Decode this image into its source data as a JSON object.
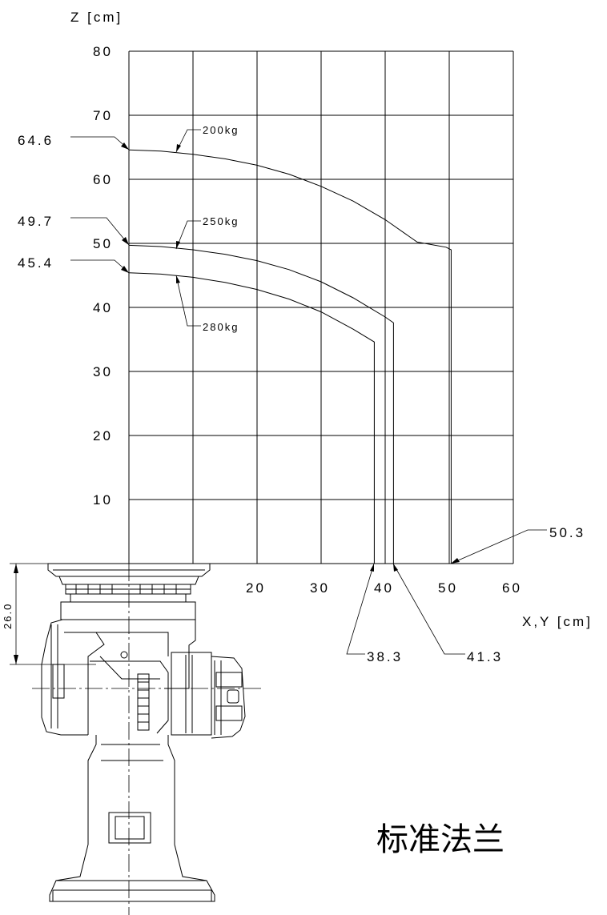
{
  "chart_data": {
    "type": "line",
    "ylabel": "Z [cm]",
    "xlabel": "X,Y [cm]",
    "xlim": [
      0,
      60
    ],
    "ylim": [
      0,
      80
    ],
    "x_ticks": [
      20,
      30,
      40,
      50,
      60
    ],
    "y_ticks": [
      80,
      70,
      60,
      50,
      40,
      30,
      20,
      10
    ],
    "grid": true,
    "series": [
      {
        "name": "200kg",
        "x": [
          0,
          5,
          10,
          15,
          20,
          25,
          30,
          35,
          40,
          45,
          49.5,
          50.3,
          50.3
        ],
        "y": [
          64.6,
          64.4,
          63.9,
          63.2,
          62.2,
          60.8,
          58.9,
          56.6,
          53.7,
          50.2,
          49.4,
          49.0,
          0
        ]
      },
      {
        "name": "250kg",
        "x": [
          0,
          5,
          10,
          15,
          20,
          25,
          30,
          35,
          40,
          41.3,
          41.3
        ],
        "y": [
          49.7,
          49.5,
          49.0,
          48.3,
          47.3,
          45.9,
          44.0,
          41.5,
          38.5,
          37.6,
          0
        ]
      },
      {
        "name": "280kg",
        "x": [
          0,
          5,
          10,
          15,
          20,
          25,
          30,
          35,
          38.3,
          38.3
        ],
        "y": [
          45.4,
          45.2,
          44.7,
          43.9,
          42.8,
          41.3,
          39.3,
          36.6,
          34.6,
          0
        ]
      }
    ],
    "annotations": [
      "64.6",
      "49.7",
      "45.4",
      "50.3",
      "38.3",
      "41.3",
      "26.0"
    ]
  },
  "caption": "标准法兰"
}
